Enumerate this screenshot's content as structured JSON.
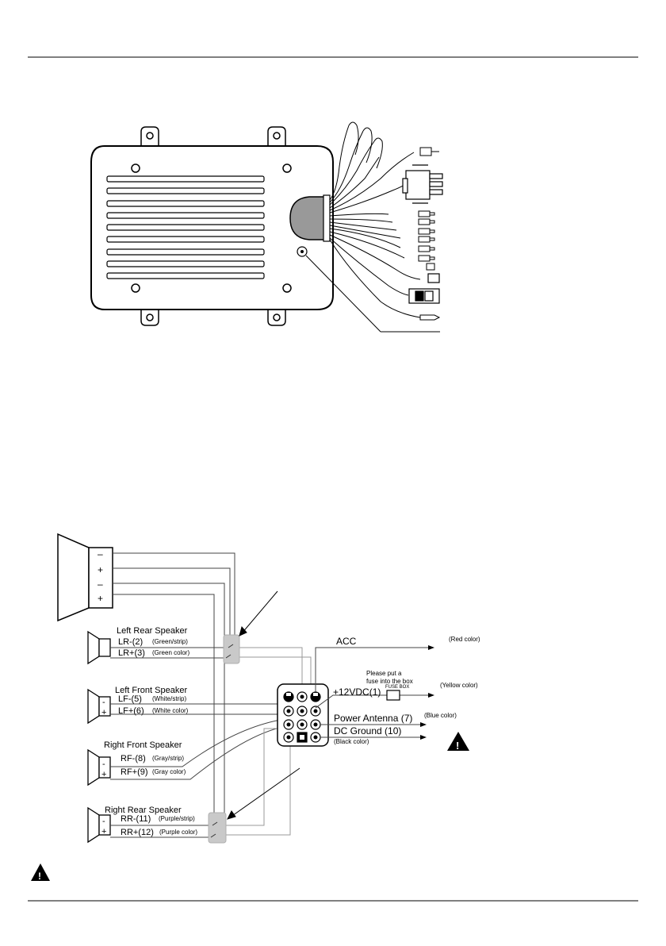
{
  "left_rear": {
    "title": "Left Rear Speaker",
    "neg_label": "LR-(2)",
    "neg_color": "(Green/strip)",
    "pos_label": "LR+(3)",
    "pos_color": "(Green color)"
  },
  "left_front": {
    "title": "Left Front Speaker",
    "neg_label": "LF-(5)",
    "neg_color": "(White/strip)",
    "pos_label": "LF+(6)",
    "pos_color": "(White color)"
  },
  "right_front": {
    "title": "Right Front Speaker",
    "neg_label": "RF-(8)",
    "neg_color": "(Gray/strip)",
    "pos_label": "RF+(9)",
    "pos_color": "(Gray color)"
  },
  "right_rear": {
    "title": "Right Rear Speaker",
    "neg_label": "RR-(11)",
    "neg_color": "(Purple/strip)",
    "pos_label": "RR+(12)",
    "pos_color": "(Purple color)"
  },
  "power": {
    "acc_label": "ACC",
    "acc_color": "(Red color)",
    "v12_label": "+12VDC(1)",
    "v12_color": "(Yellow color)",
    "fuse_note_1": "Please put a",
    "fuse_note_2": "fuse into the box",
    "fuse_box_label": "FUSE BOX",
    "antenna_label": "Power Antenna (7)",
    "antenna_color": "(Blue color)",
    "ground_label": "DC Ground (10)",
    "ground_color": "(Black color)"
  },
  "polarity": {
    "minus": "–",
    "plus": "+",
    "minus_small": "-"
  },
  "warning_glyph": "!"
}
